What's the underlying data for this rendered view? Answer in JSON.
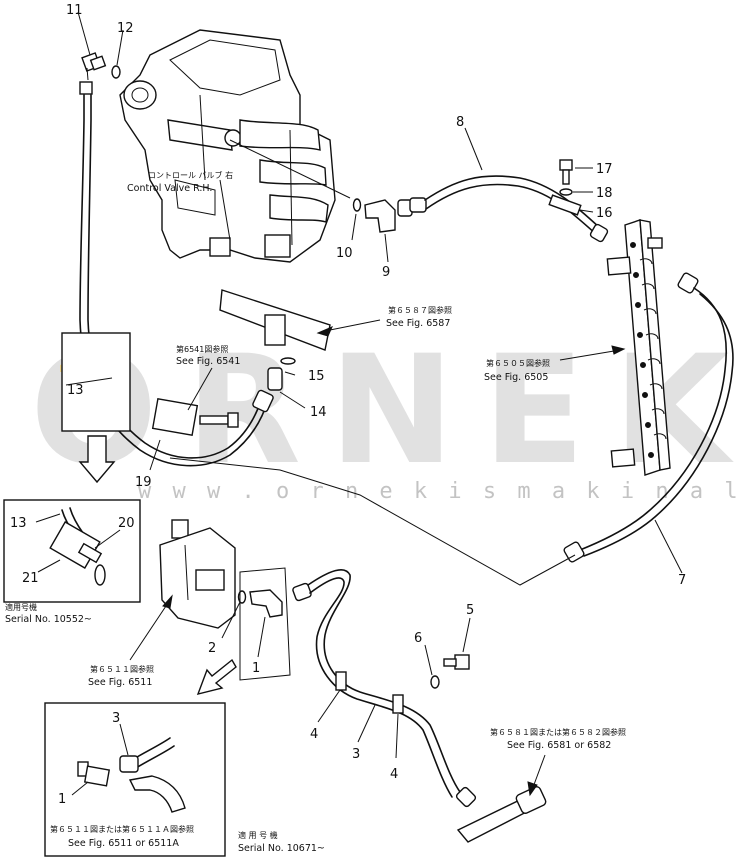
{
  "watermark": {
    "brand": "ORNEK",
    "url": "w w w . o r n e k i s m a k i n a l a r i . c o m . t r"
  },
  "callouts": [
    "11",
    "12",
    "8",
    "17",
    "18",
    "16",
    "10",
    "9",
    "15",
    "14",
    "13",
    "19",
    "20",
    "13",
    "21",
    "7",
    "2",
    "1",
    "5",
    "6",
    "4",
    "3",
    "4",
    "3",
    "1"
  ],
  "labels": {
    "control_valve_jp": "コントロール バルブ 右",
    "control_valve_en": "Control Valve R.H.",
    "fig6587_jp": "第６５８７図参照",
    "fig6587_en": "See Fig. 6587",
    "fig6541_jp": "第6541図参照",
    "fig6541_en": "See Fig. 6541",
    "fig6505_jp": "第６５０５図参照",
    "fig6505_en": "See Fig. 6505",
    "serial1_jp": "適用号機",
    "serial1_en": "Serial No. 10552~",
    "fig6511_jp": "第６５１１図参照",
    "fig6511_en": "See Fig. 6511",
    "fig6581_jp": "第６５８１図または第６５８２図参照",
    "fig6581_en": "See Fig. 6581 or 6582",
    "fig6511a_jp": "第６５１１図または第６５１１Ａ図参照",
    "fig6511a_en": "See Fig. 6511 or 6511A",
    "serial2_jp": "適 用 号 機",
    "serial2_en": "Serial No. 10671~"
  },
  "colors": {
    "line": "#111111",
    "watermark_gray": "#c9c9c9",
    "watermark_accent": "#f0d070"
  }
}
